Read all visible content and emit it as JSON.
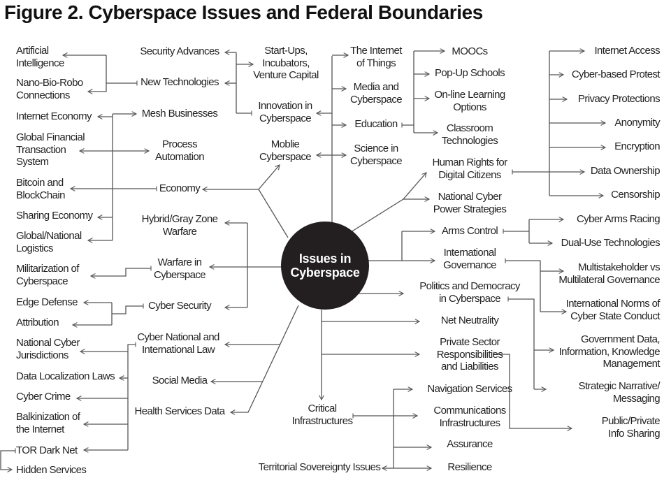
{
  "title": "Figure 2. Cyberspace Issues and Federal Boundaries",
  "hub": "Issues in\nCyberspace",
  "nodes": {
    "ai": "Artificial\nIntelligence",
    "nano": "Nano-Bio-Robo\nConnections",
    "internet_economy": "Internet Economy",
    "gfts": "Global Financial\nTransaction\nSystem",
    "bitcoin": "Bitcoin and\nBlockChain",
    "sharing": "Sharing Economy",
    "logistics": "Global/National\nLogistics",
    "militarization": "Militarization of\nCyberspace",
    "edge": "Edge Defense",
    "attribution": "Attribution",
    "ncj": "National Cyber\nJurisdictions",
    "dll": "Data Localization Laws",
    "crime": "Cyber Crime",
    "balk": "Balkinization of\nthe Internet",
    "tor": "TOR Dark Net",
    "hidden": "Hidden Services",
    "security_adv": "Security Advances",
    "new_tech": "New Technologies",
    "mesh": "Mesh Businesses",
    "process": "Process\nAutomation",
    "economy": "Economy",
    "hybrid": "Hybrid/Gray Zone\nWarfare",
    "warfare": "Warfare in\nCyberspace",
    "cybersec": "Cyber Security",
    "cnil": "Cyber National and\nInternational Law",
    "social": "Social Media",
    "health": "Health Services Data",
    "startups": "Start-Ups,\nIncubators,\nVenture Capital",
    "innovation": "Innovation in\nCyberspace",
    "mobile": "Moblie\nCyberspace",
    "iot": "The Internet\nof Things",
    "media": "Media and\nCyberspace",
    "education": "Education",
    "science": "Science in\nCyberspace",
    "moocs": "MOOCs",
    "popup": "Pop-Up Schools",
    "online": "On-line Learning\nOptions",
    "classroom": "Classroom\nTechnologies",
    "human": "Human Rights for\nDigital Citizens",
    "ncps": "National Cyber\nPower Strategies",
    "arms": "Arms Control",
    "intgov": "International\nGovernance",
    "politics": "Politics and Democracy\nin Cyberspace",
    "net": "Net Neutrality",
    "private": "Private Sector\nResponsibilities\nand Liabilities",
    "nav": "Navigation Services",
    "comms": "Communications\nInfrastructures",
    "assurance": "Assurance",
    "resilience": "Resilience",
    "critical": "Critical\nInfrastructures",
    "territorial": "Territorial Sovereignty Issues",
    "access": "Internet Access",
    "protest": "Cyber-based Protest",
    "privacy": "Privacy Protections",
    "anonymity": "Anonymity",
    "encryption": "Encryption",
    "ownership": "Data Ownership",
    "censorship": "Censorship",
    "armsracing": "Cyber Arms Racing",
    "dualuse": "Dual-Use Technologies",
    "multi": "Multistakeholder vs\nMultilateral Governance",
    "norms": "International Norms of\nCyber State Conduct",
    "govdata": "Government Data,\nInformation, Knowledge\nManagement",
    "strategic": "Strategic Narrative/\nMessaging",
    "public": "Public/Private\nInfo Sharing"
  },
  "colors": {
    "line": "#555555",
    "hub": "#231f20",
    "text": "#222222"
  }
}
